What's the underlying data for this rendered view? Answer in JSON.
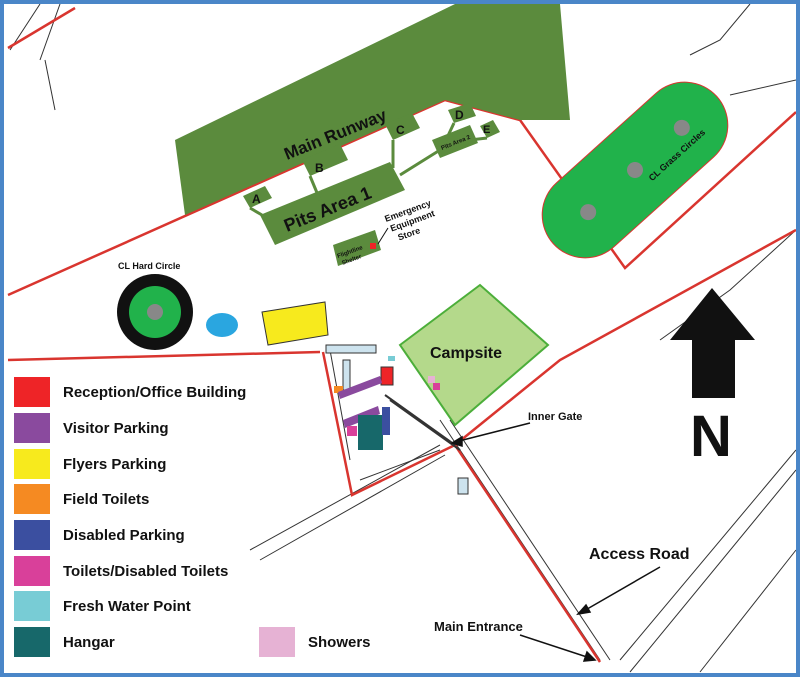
{
  "map": {
    "runway_label": "Main Runway",
    "pits_area_1": "Pits Area 1",
    "pits_area_2": "Pits Area 2",
    "pit_bays": [
      "A",
      "B",
      "C",
      "D",
      "E"
    ],
    "flightline_shelter": [
      "Flightline",
      "Shelter"
    ],
    "emergency_store": [
      "Emergency",
      "Equipment",
      "Store"
    ],
    "cl_hard_circle": "CL Hard Circle",
    "cl_grass_circles": "CL Grass Circles",
    "campsite": "Campsite",
    "inner_gate": "Inner Gate",
    "access_road": "Access Road",
    "main_entrance": "Main Entrance",
    "north": "N",
    "colors": {
      "runway": "#5b8b3d",
      "grass_circle": "#21b24b",
      "campsite": "#b4d98b",
      "boundary": "#d9352f",
      "frame": "#4a86c8"
    }
  },
  "legend": [
    {
      "label": "Reception/Office Building",
      "color": "#ee2427"
    },
    {
      "label": "Visitor Parking",
      "color": "#8a4a9e"
    },
    {
      "label": "Flyers Parking",
      "color": "#f7ea1d"
    },
    {
      "label": "Field Toilets",
      "color": "#f58a22"
    },
    {
      "label": "Disabled Parking",
      "color": "#3b4fa0"
    },
    {
      "label": "Toilets/Disabled Toilets",
      "color": "#d9409a"
    },
    {
      "label": "Fresh Water Point",
      "color": "#78ccd5"
    },
    {
      "label": "Hangar",
      "color": "#17686a"
    },
    {
      "label": "Showers",
      "color": "#e6b2d4"
    }
  ]
}
